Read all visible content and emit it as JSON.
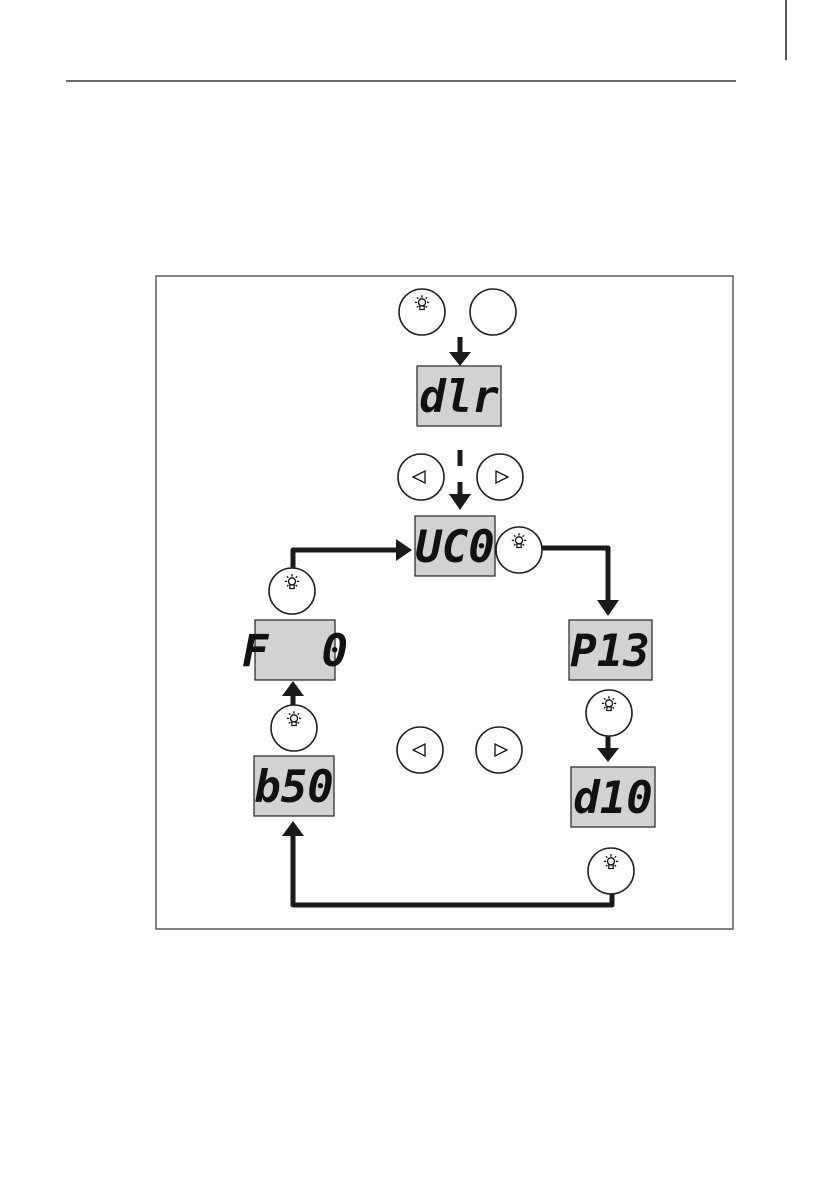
{
  "displays": {
    "dir": "dlr",
    "uco": "UC0",
    "f0": "F  0",
    "p13": "P13",
    "b50": "b50",
    "d10": "d10"
  },
  "colors": {
    "lcd_background": "#d2d2d2",
    "line": "#1a1a1a"
  },
  "icons": {
    "enter_button": "lamp-icon",
    "left_button": "triangle-left-icon",
    "right_button": "triangle-right-icon"
  }
}
